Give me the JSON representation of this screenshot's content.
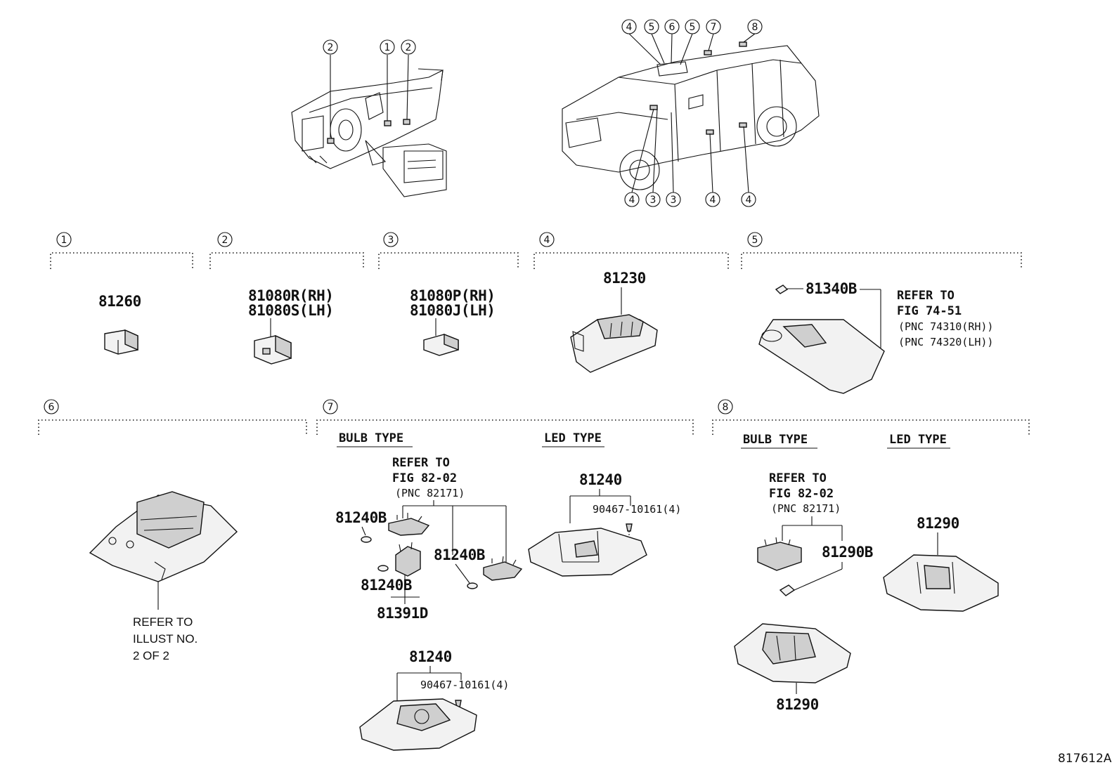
{
  "diagram_id": "817612A",
  "overview": {
    "dash_callouts": [
      "2",
      "1",
      "2"
    ],
    "vehicle_top_callouts": [
      "4",
      "5",
      "6",
      "5",
      "7",
      "8"
    ],
    "vehicle_bottom_callouts": [
      "4",
      "3",
      "3",
      "4",
      "4"
    ]
  },
  "sections": {
    "s1": {
      "num": "1",
      "part": "81260"
    },
    "s2": {
      "num": "2",
      "part_rh": "81080R(RH)",
      "part_lh": "81080S(LH)"
    },
    "s3": {
      "num": "3",
      "part_rh": "81080P(RH)",
      "part_lh": "81080J(LH)"
    },
    "s4": {
      "num": "4",
      "part": "81230"
    },
    "s5": {
      "num": "5",
      "part": "81340B",
      "refer": "REFER TO",
      "fig": "FIG 74-51",
      "pnc_rh": "(PNC 74310(RH))",
      "pnc_lh": "(PNC 74320(LH))"
    },
    "s6": {
      "num": "6",
      "refer": "REFER TO",
      "illust": "ILLUST NO.",
      "page": "2 OF 2"
    },
    "s7": {
      "num": "7",
      "bulb_type": "BULB TYPE",
      "led_type": "LED TYPE",
      "refer": "REFER TO",
      "fig": "FIG 82-02",
      "pnc": "(PNC 82171)",
      "bulb_a": "81240B",
      "bulb_b": "81240B",
      "bulb_c": "81240B",
      "socket": "81391D",
      "led_assy": "81240",
      "led_screw": "90467-10161(4)",
      "bulb_assy": "81240",
      "bulb_screw": "90467-10161(4)"
    },
    "s8": {
      "num": "8",
      "bulb_type": "BULB TYPE",
      "led_type": "LED TYPE",
      "refer": "REFER TO",
      "fig": "FIG 82-02",
      "pnc": "(PNC 82171)",
      "bulb": "81290B",
      "led_assy": "81290",
      "bulb_assy": "81290"
    }
  }
}
